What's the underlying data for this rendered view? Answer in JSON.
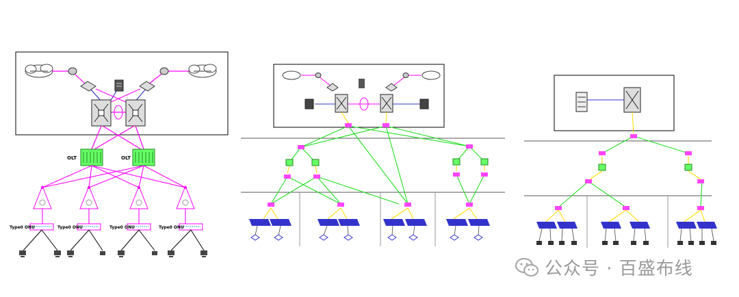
{
  "diagram_1": {
    "olt_labels": [
      "OLT",
      "OLT"
    ],
    "onu_labels": [
      "Type0 ONU",
      "Type0 ONU",
      "Type0 ONU",
      "Type0 ONU"
    ]
  },
  "watermark": {
    "text": "公众号 · 百盛布线",
    "icon": "wechat-logo-icon"
  },
  "colors": {
    "line_magenta": "#ff00ff",
    "line_green": "#22dd22",
    "line_blue": "#3333cc",
    "line_yellow": "#ffdd00",
    "node_magenta": "#ff44ff",
    "node_green": "#66ff66",
    "switch_blue": "#3333cc"
  }
}
